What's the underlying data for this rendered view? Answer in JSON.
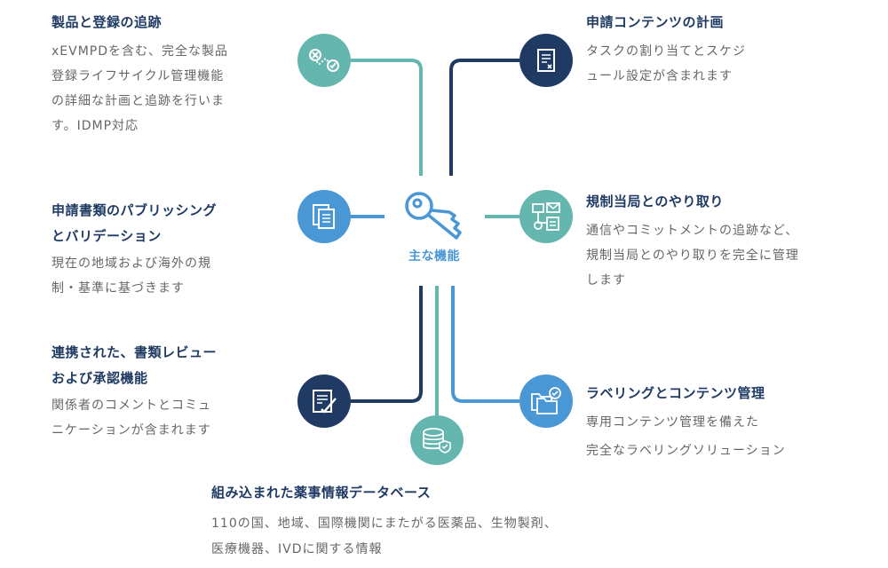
{
  "center": {
    "label": "主な機能",
    "icon": "key-icon"
  },
  "colors": {
    "teal": "#66b6b0",
    "navy": "#1f3a63",
    "blue": "#4a97d6",
    "text": "#666666"
  },
  "features": [
    {
      "id": "product-registration",
      "title": "製品と登録の追跡",
      "description": "xEVMPDを含む、完全な製品\n登録ライフサイクル管理機能\nの詳細な計画と追跡を行いま\nす。IDMP対応",
      "icon": "route-icon"
    },
    {
      "id": "submission-planning",
      "title": "申請コンテンツの計画",
      "description": "タスクの割り当てとスケジ\nュール設定が含まれます",
      "icon": "document-icon"
    },
    {
      "id": "publishing-validation",
      "title": "申請書類のパブリッシング\nとバリデーション",
      "description": "現在の地域および海外の規\n制・基準に基づきます",
      "icon": "documents-icon"
    },
    {
      "id": "authority-correspondence",
      "title": "規制当局とのやり取り",
      "description": "通信やコミットメントの追跡など、\n規制当局とのやり取りを完全に管理\nします",
      "icon": "correspondence-icon"
    },
    {
      "id": "review-approval",
      "title": "連携された、書類レビュー\nおよび承認機能",
      "description": "関係者のコメントとコミュ\nニケーションが含まれます",
      "icon": "review-icon"
    },
    {
      "id": "labeling-content",
      "title": "ラベリングとコンテンツ管理",
      "description": "専用コンテンツ管理を備えた\n完全なラベリングソリューション",
      "icon": "folders-icon"
    },
    {
      "id": "regulatory-database",
      "title": "組み込まれた薬事情報データベース",
      "description": "110の国、地域、国際機関にまたがる医薬品、生物製剤、\n医療機器、IVDに関する情報",
      "icon": "database-icon"
    }
  ]
}
